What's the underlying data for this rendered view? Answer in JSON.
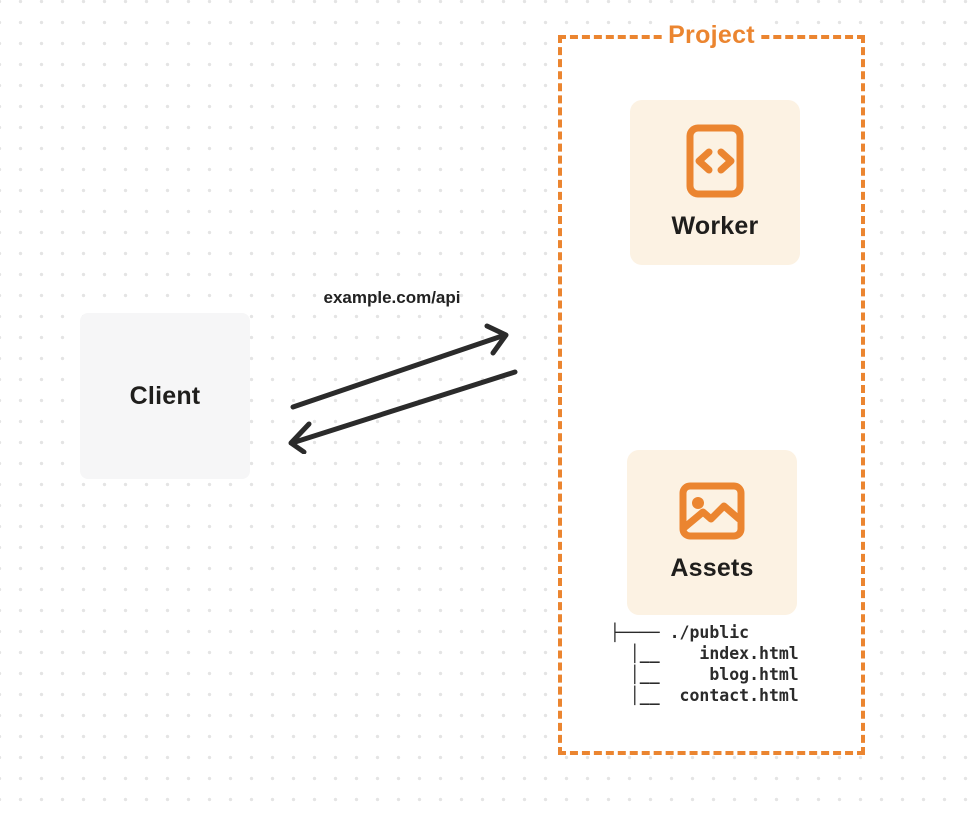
{
  "diagram": {
    "client": {
      "label": "Client"
    },
    "request_label": "example.com/api",
    "project": {
      "title": "Project",
      "worker": {
        "label": "Worker",
        "icon": "code-file-icon"
      },
      "assets": {
        "label": "Assets",
        "icon": "image-icon"
      },
      "file_tree": "├──── ./public\n  │__    index.html\n  │__     blog.html\n  │__  contact.html"
    },
    "colors": {
      "accent": "#eb8530",
      "card_bg": "#fcf2e3",
      "client_bg": "#f6f6f7",
      "arrow": "#2b2b2b",
      "dot": "#e4e4e4"
    }
  }
}
